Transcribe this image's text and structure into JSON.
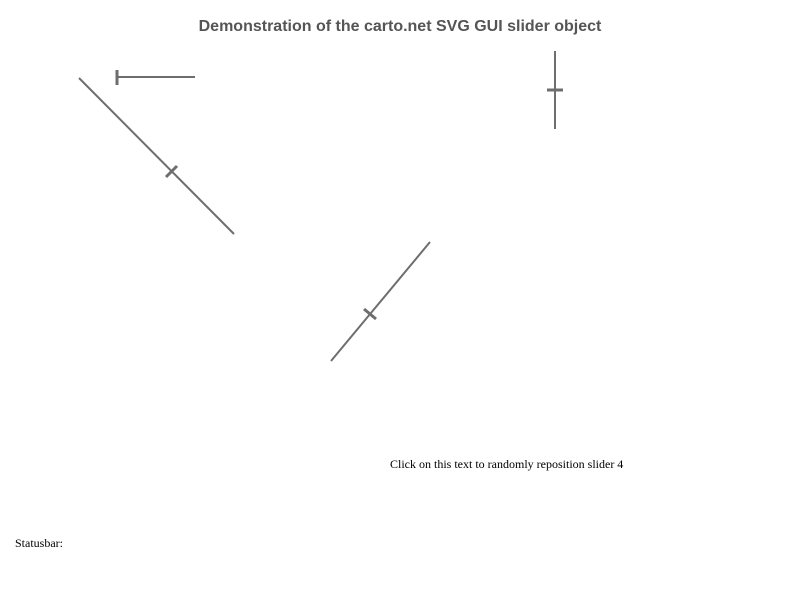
{
  "page": {
    "title": "Demonstration of the carto.net SVG GUI slider object",
    "reposition_link": "Click on this text to randomly reposition slider 4",
    "statusbar_label": "Statusbar:",
    "statusbar_value": ""
  },
  "sliders": [
    {
      "id": 1,
      "orientation": "horizontal",
      "value_fraction": 0.0
    },
    {
      "id": 2,
      "orientation": "vertical",
      "value_fraction": 0.5
    },
    {
      "id": 3,
      "orientation": "diagonal-down",
      "value_fraction": 0.6
    },
    {
      "id": 4,
      "orientation": "diagonal-up",
      "value_fraction": 0.4
    }
  ],
  "colors": {
    "slider": "#6e6e6e",
    "title": "#555555",
    "text": "#000000",
    "background": "#ffffff"
  }
}
